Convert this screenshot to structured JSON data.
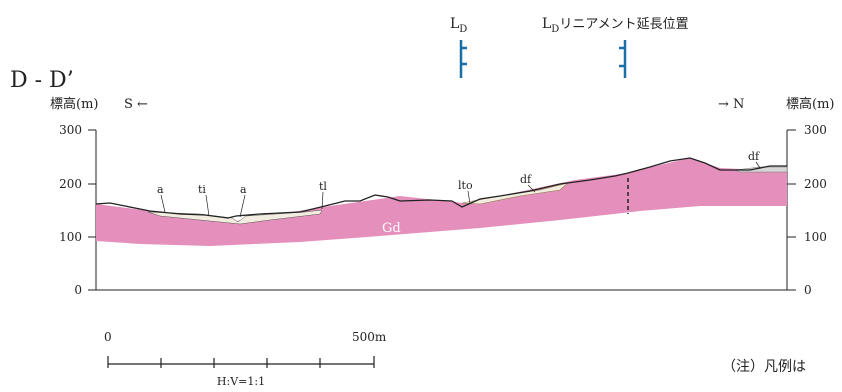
{
  "section_title": "D - D’",
  "lineament_label": "L",
  "lineament_label_sub": "D",
  "lineament_ext_label": "L",
  "lineament_ext_label_sub": "D",
  "lineament_ext_text": "リニアメント延長位置",
  "left_axis": {
    "title": "標高(m)",
    "direction": "S ←",
    "ticks": [
      "300",
      "200",
      "100",
      "0"
    ]
  },
  "right_axis": {
    "title": "標高(m)",
    "direction": "→ N",
    "ticks": [
      "300",
      "200",
      "100",
      "0"
    ]
  },
  "units": {
    "a1": "a",
    "ti": "ti",
    "a2": "a",
    "tl": "tl",
    "lto": "lto",
    "df1": "df",
    "df2": "df",
    "gd": "Gd"
  },
  "scale": {
    "start": "0",
    "end": "500m",
    "ratio": "H:V=1:1"
  },
  "note": "（注）凡例は",
  "colors": {
    "granodiorite": "#e58fbc",
    "terrace": "#f2ede0",
    "deposit": "#d7d7d7",
    "lineament": "#1a6fa8"
  }
}
